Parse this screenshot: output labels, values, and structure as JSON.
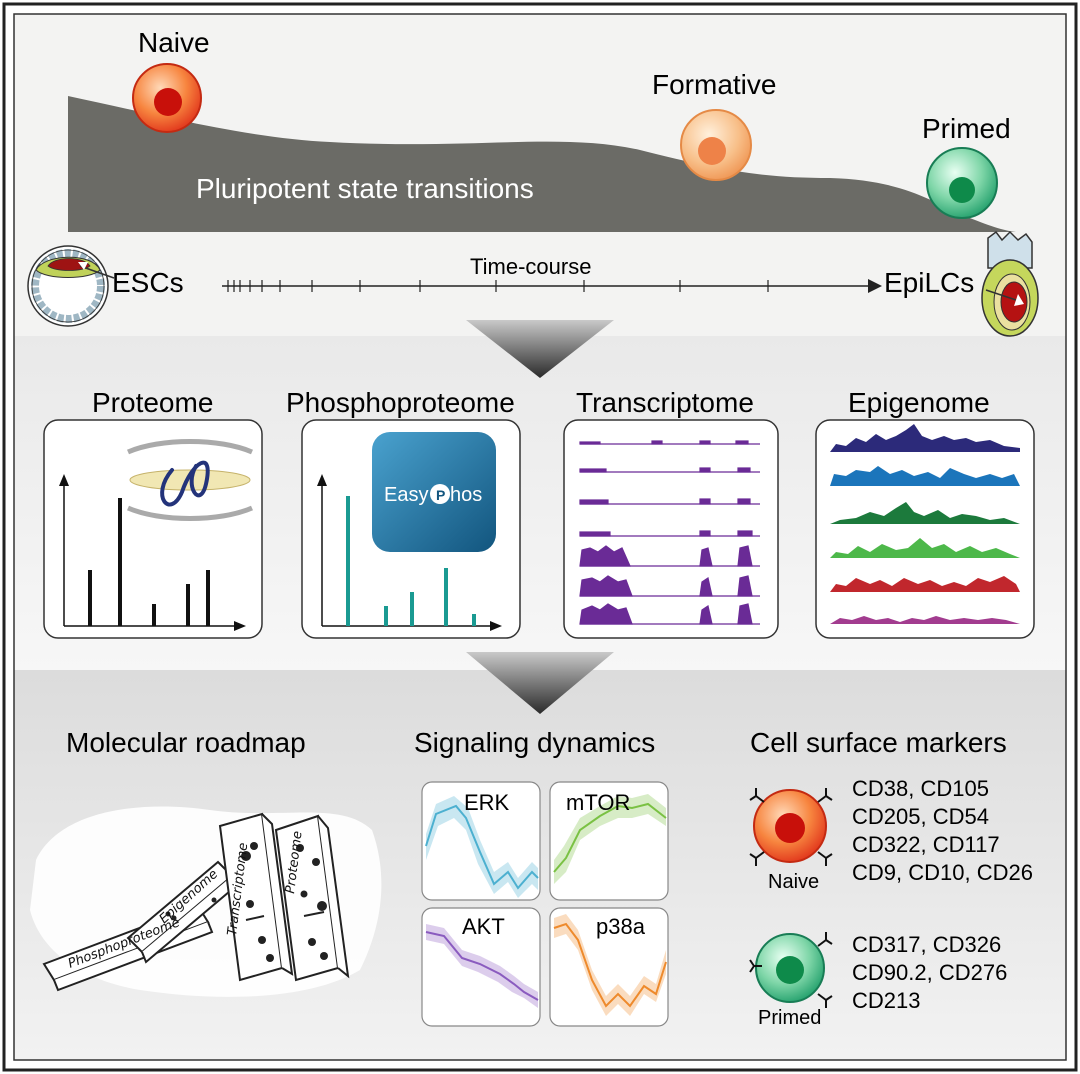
{
  "top": {
    "states": {
      "naive": "Naive",
      "formative": "Formative",
      "primed": "Primed"
    },
    "landscape_label": "Pluripotent state transitions",
    "timeline": {
      "start": "ESCs",
      "label": "Time-course",
      "end": "EpiLCs"
    }
  },
  "omics": {
    "proteome": "Proteome",
    "phosphoproteome": "Phosphoproteome",
    "transcriptome": "Transcriptome",
    "epigenome": "Epigenome",
    "easyphos_left": "Easy",
    "easyphos_right": "hos"
  },
  "results": {
    "roadmap": {
      "title": "Molecular roadmap",
      "dominoes": [
        "Phosphoproteome",
        "Epigenome",
        "Transcriptome",
        "Proteome"
      ]
    },
    "signaling": {
      "title": "Signaling dynamics",
      "panels": [
        "ERK",
        "mTOR",
        "AKT",
        "p38a"
      ]
    },
    "markers": {
      "title": "Cell surface markers",
      "naive_label": "Naive",
      "naive_markers": [
        "CD38, CD105",
        "CD205, CD54",
        "CD322, CD117",
        "CD9, CD10, CD26"
      ],
      "primed_label": "Primed",
      "primed_markers": [
        "CD317, CD326",
        "CD90.2, CD276",
        "CD213"
      ]
    }
  },
  "colors": {
    "naive": "#e8381c",
    "formative": "#f29a5a",
    "primed": "#1f9e6a",
    "landscape": "#6b6b66",
    "teal": "#1a9a92",
    "purple": "#6a2b96",
    "erk": "#4cb0d0",
    "mtor": "#7ac143",
    "akt": "#8a5bbf",
    "p38a": "#ee8a2c"
  }
}
